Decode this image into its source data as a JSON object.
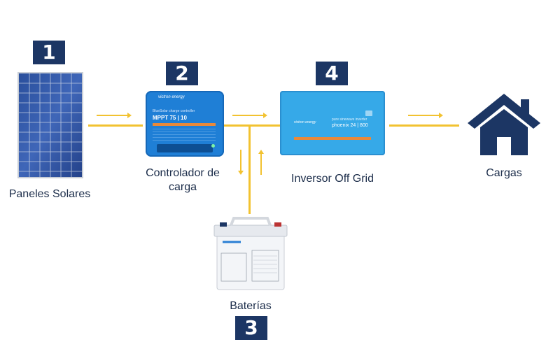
{
  "colors": {
    "badge": "#1c3664",
    "wire": "#f2c230",
    "device_blue": "#1f7fd6",
    "inverter_blue": "#36a9e8",
    "house": "#1c3664",
    "label": "#1c2d4a"
  },
  "components": {
    "solar_panel": {
      "number": "1",
      "label": "Paneles Solares"
    },
    "charge_controller": {
      "number": "2",
      "label_line1": "Controlador de",
      "label_line2": "carga",
      "device_brand": "victron energy",
      "device_subtitle": "BlueSolar charge controller",
      "device_model": "MPPT 75 | 10"
    },
    "battery": {
      "number": "3",
      "label": "Baterías"
    },
    "inverter": {
      "number": "4",
      "label": "Inversor Off Grid",
      "device_brand": "victron energy",
      "device_subtitle": "pure sinewave inverter",
      "device_model": "phoenix 24 | 800"
    },
    "loads": {
      "label": "Cargas",
      "icon": "house-icon"
    }
  }
}
